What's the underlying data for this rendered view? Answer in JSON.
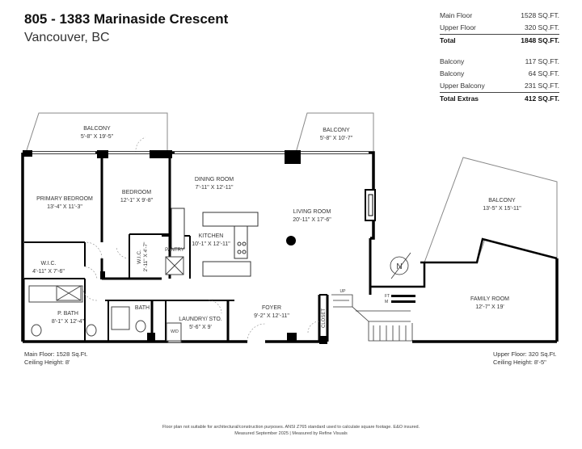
{
  "header": {
    "address": "805 - 1383 Marinaside Crescent",
    "city": "Vancouver, BC"
  },
  "areas": [
    {
      "label": "Main Floor",
      "value": "1528 SQ.FT."
    },
    {
      "label": "Upper Floor",
      "value": "320 SQ.FT."
    },
    {
      "label": "Total",
      "value": "1848 SQ.FT."
    }
  ],
  "extras": [
    {
      "label": "Balcony",
      "value": "117 SQ.FT."
    },
    {
      "label": "Balcony",
      "value": "64 SQ.FT."
    },
    {
      "label": "Upper Balcony",
      "value": "231 SQ.FT."
    },
    {
      "label": "Total Extras",
      "value": "412 SQ.FT."
    }
  ],
  "rooms": {
    "balcony_1": {
      "name": "BALCONY",
      "dim": "5'-8\" X 19'-5\""
    },
    "balcony_2": {
      "name": "BALCONY",
      "dim": "5'-8\" X 10'-7\""
    },
    "balcony_3": {
      "name": "BALCONY",
      "dim": "13'-5\" X 15'-11\""
    },
    "primary_bedroom": {
      "name": "PRIMARY BEDROOM",
      "dim": "13'-4\" X 11'-3\""
    },
    "bedroom": {
      "name": "BEDROOM",
      "dim": "12'-1\" X 9'-8\""
    },
    "dining_room": {
      "name": "DINING ROOM",
      "dim": "7'-11\" X 12'-11\""
    },
    "living_room": {
      "name": "LIVING ROOM",
      "dim": "20'-11\" X 17'-6\""
    },
    "kitchen": {
      "name": "KITCHEN",
      "dim": "10'-1\" X 12'-11\""
    },
    "wic_1": {
      "name": "W.I.C.",
      "dim": "4'-11\" X 7'-6\""
    },
    "wic_2": {
      "name": "W.I.C.",
      "dim": "2'-11\" X 4'-7\""
    },
    "pantry": {
      "name": "PANTRY"
    },
    "p_bath": {
      "name": "P. BATH",
      "dim": "8'-1\" X 12'-4\""
    },
    "bath": {
      "name": "BATH"
    },
    "laundry": {
      "name": "LAUNDRY/ STO.",
      "dim": "5'-6\" X 9'"
    },
    "foyer": {
      "name": "FOYER",
      "dim": "9'-2\" X 12'-11\""
    },
    "closet": {
      "name": "CLOSET"
    },
    "family_room": {
      "name": "FAMILY ROOM",
      "dim": "12'-7\" X 19'"
    },
    "wd": {
      "name": "W/D"
    },
    "up": {
      "name": "UP"
    },
    "scale_ft": {
      "name": "FT"
    },
    "scale_m": {
      "name": "M"
    }
  },
  "notes": {
    "main_floor": "Main Floor: 1528 Sq.Ft.",
    "main_ceiling": "Ceiling Height: 8'",
    "upper_floor": "Upper Floor: 320 Sq.Ft.",
    "upper_ceiling": "Ceiling Height: 8'-5\""
  },
  "footer": {
    "line1": "Floor plan not suitable for architectural/construction purposes. ANSI Z765 standard used to calculate square footage. E&O insured.",
    "line2": "Measured September 2025 | Measured by Refine Visuals"
  }
}
